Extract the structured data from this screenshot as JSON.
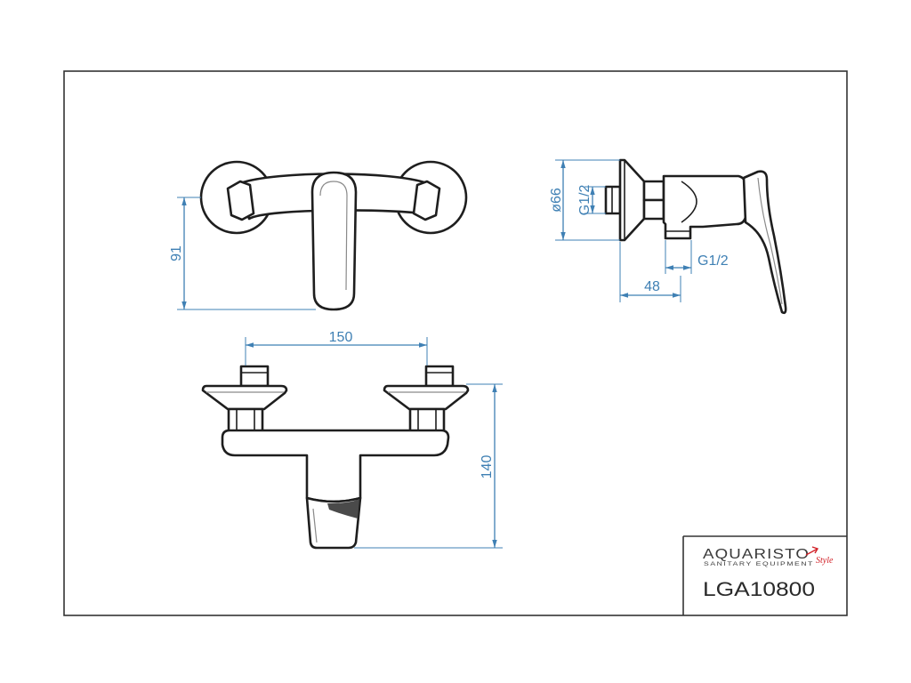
{
  "drawing": {
    "colors": {
      "line": "#1e1e1e",
      "dimension": "#3f80b4",
      "accent": "#d2232a",
      "shade": "#8a8a8a"
    },
    "dimensions": {
      "top_view_depth": "91",
      "center_distance": "150",
      "front_view_height": "140",
      "escutcheon_diameter": "ø66",
      "inlet_thread": "G1/2",
      "outlet_thread": "G1/2",
      "outlet_offset": "48"
    }
  },
  "title_block": {
    "brand": "AQUARISTO",
    "tagline": "SANITARY EQUIPMENT",
    "script": "Style",
    "model": "LGA10800"
  }
}
